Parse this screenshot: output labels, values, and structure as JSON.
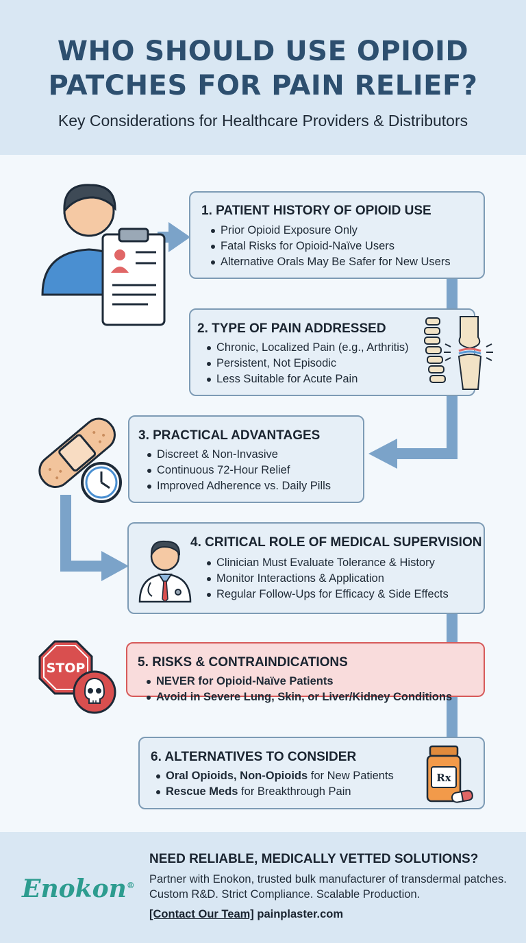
{
  "header": {
    "title_line1": "WHO SHOULD USE OPIOID",
    "title_line2": "PATCHES FOR PAIN RELIEF?",
    "subtitle": "Key Considerations for Healthcare Providers & Distributors"
  },
  "sections": [
    {
      "title": "1. PATIENT HISTORY OF OPIOID USE",
      "items": [
        "Prior Opioid Exposure Only",
        "Fatal Risks for Opioid-Naïve Users",
        "Alternative Orals May Be Safer for New Users"
      ]
    },
    {
      "title": "2. TYPE OF PAIN ADDRESSED",
      "items": [
        "Chronic, Localized Pain (e.g., Arthritis)",
        "Persistent, Not Episodic",
        "Less Suitable for Acute Pain"
      ]
    },
    {
      "title": "3. PRACTICAL ADVANTAGES",
      "items": [
        "Discreet & Non-Invasive",
        "Continuous 72-Hour Relief",
        "Improved Adherence vs. Daily Pills"
      ]
    },
    {
      "title": "4. CRITICAL ROLE OF MEDICAL SUPERVISION",
      "items": [
        "Clinician Must Evaluate Tolerance & History",
        "Monitor Interactions & Application",
        "Regular Follow-Ups for Efficacy & Side Effects"
      ]
    },
    {
      "title": "5. RISKS & CONTRAINDICATIONS",
      "items": [
        "NEVER for Opioid-Naïve Patients",
        "Avoid in Severe Lung, Skin, or Liver/Kidney Conditions"
      ]
    },
    {
      "title": "6. ALTERNATIVES TO CONSIDER",
      "items": [
        {
          "bold": "Oral Opioids, Non-Opioids",
          "rest": " for New Patients"
        },
        {
          "bold": "Rescue Meds",
          "rest": " for Breakthrough Pain"
        }
      ]
    }
  ],
  "icons": {
    "stop_sign_text": "STOP",
    "rx_label": "Rx"
  },
  "footer": {
    "brand": "Enokon",
    "brand_mark": "®",
    "heading": "NEED RELIABLE, MEDICALLY VETTED SOLUTIONS?",
    "text": "Partner with Enokon, trusted bulk manufacturer of transdermal patches. Custom R&D. Strict Compliance. Scalable Production.",
    "contact_label": "[Contact Our Team]",
    "website": "painplaster.com"
  },
  "colors": {
    "title": "#2d4f6f",
    "connector": "#7ba3c9",
    "card_border": "#7d9bb5",
    "risk_border": "#d65a5a",
    "brand": "#2d9c8f"
  }
}
